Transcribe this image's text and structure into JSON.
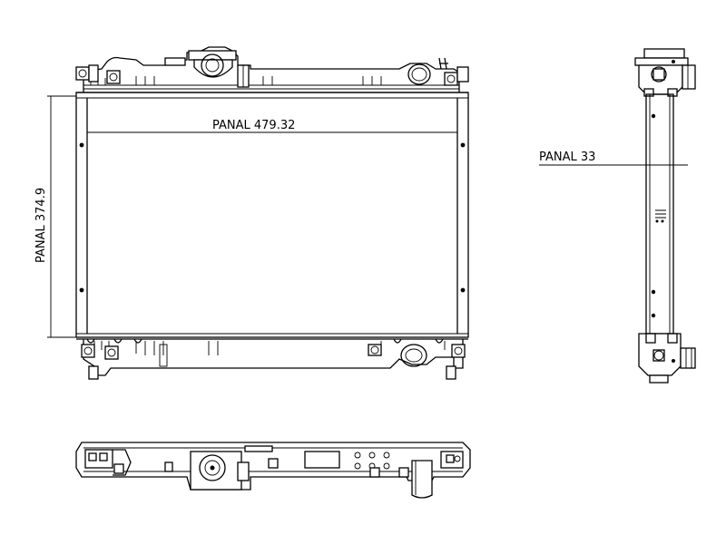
{
  "dimensions": {
    "width_label": "PANAL 479.32",
    "height_label": "PANAL 374.9",
    "depth_label": "PANAL 33"
  },
  "icons": {
    "front_view": "radiator-front-view",
    "side_view": "radiator-side-view",
    "top_view": "radiator-top-view"
  },
  "colors": {
    "line": "#000000",
    "background": "#ffffff"
  }
}
